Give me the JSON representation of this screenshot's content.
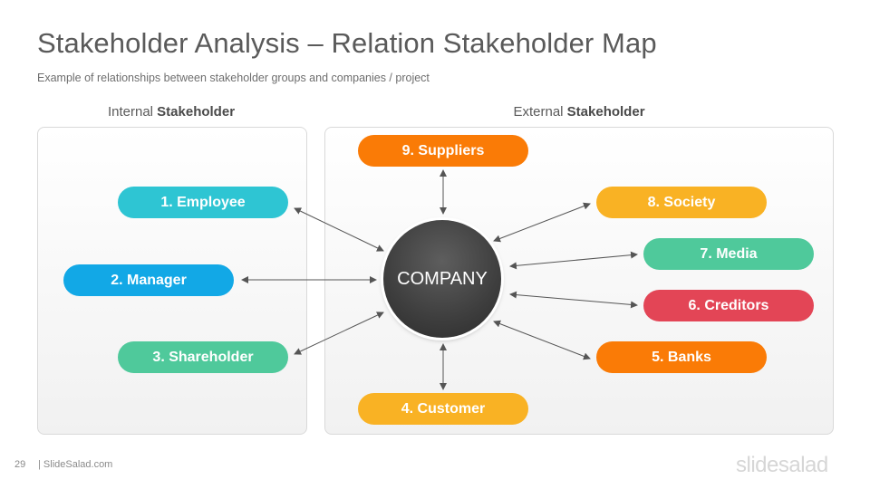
{
  "header": {
    "title": "Stakeholder Analysis – Relation Stakeholder Map",
    "subtitle": "Example of relationships  between stakeholder groups and companies  / project"
  },
  "groups": {
    "internal": {
      "prefix": "Internal ",
      "bold": "Stakeholder"
    },
    "external": {
      "prefix": "External ",
      "bold": "Stakeholder"
    }
  },
  "center": {
    "label": "COMPANY"
  },
  "stakeholders": [
    {
      "label": "1. Employee",
      "color": "#2ec5d3"
    },
    {
      "label": "2. Manager",
      "color": "#12a8e6"
    },
    {
      "label": "3. Shareholder",
      "color": "#4fc99b"
    },
    {
      "label": "4. Customer",
      "color": "#f9b224"
    },
    {
      "label": "5. Banks",
      "color": "#fa7b06"
    },
    {
      "label": "6. Creditors",
      "color": "#e34556"
    },
    {
      "label": "7. Media",
      "color": "#4fc99b"
    },
    {
      "label": "8. Society",
      "color": "#f9b224"
    },
    {
      "label": "9. Suppliers",
      "color": "#fa7b06"
    }
  ],
  "footer": {
    "page_number": "29",
    "site": "| SlideSalad.com",
    "logo": "slidesalad"
  }
}
